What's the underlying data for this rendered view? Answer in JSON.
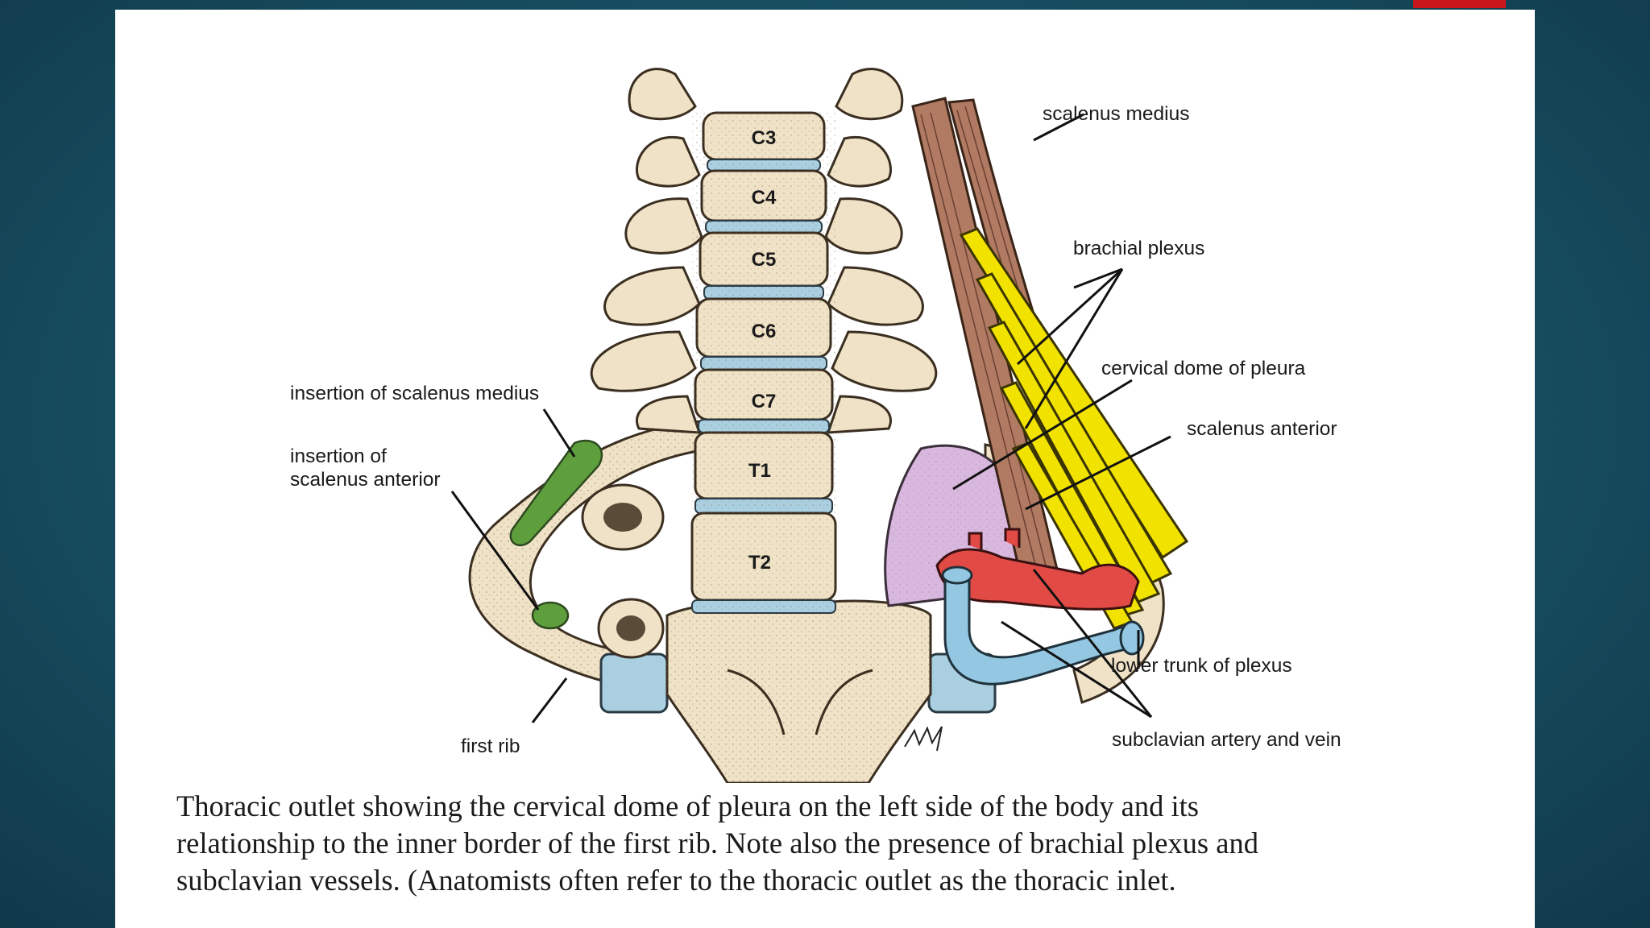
{
  "diagram": {
    "vertebrae": [
      "C3",
      "C4",
      "C5",
      "C6",
      "C7",
      "T1",
      "T2"
    ],
    "labels": {
      "scalenus_medius": "scalenus medius",
      "brachial_plexus": "brachial plexus",
      "cervical_dome": "cervical dome of pleura",
      "scalenus_anterior": "scalenus anterior",
      "insertion_scalenus_medius": "insertion of scalenus medius",
      "insertion_scalenus_anterior_1": "insertion of",
      "insertion_scalenus_anterior_2": "scalenus anterior",
      "lower_trunk": "lower trunk of plexus",
      "subclavian": "subclavian artery and vein",
      "first_rib": "first rib"
    },
    "colors": {
      "bone": "#f0e2c6",
      "disc": "#a9cfe0",
      "muscle": "#b07a63",
      "nerve": "#f2e200",
      "pleura": "#d9b8e0",
      "artery": "#e24a46",
      "vein": "#94c8e2",
      "insertion": "#5e9e3c"
    }
  },
  "caption": {
    "line1": "Thoracic outlet showing the cervical dome of pleura on the left side of the body and its",
    "line2": "relationship to the inner border of the first rib. Note also the presence of brachial plexus and",
    "line3": "subclavian vessels. (Anatomists often refer to the thoracic outlet as the thoracic inlet."
  }
}
